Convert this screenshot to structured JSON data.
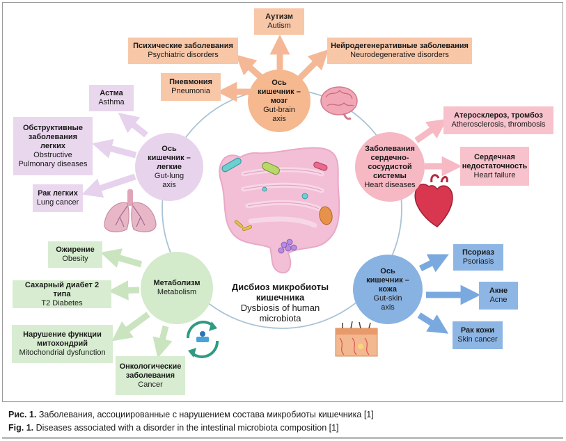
{
  "center": {
    "title_ru": "Дисбиоз микробиоты\nкишечника",
    "title_en": "Dysbiosis of human\nmicrobiota"
  },
  "axes": {
    "brain": {
      "ru": "Ось\nкишечник –\nмозг",
      "en": "Gut-brain\naxis"
    },
    "lung": {
      "ru": "Ось\nкишечник –\nлегкие",
      "en": "Gut-lung\naxis"
    },
    "heart": {
      "ru": "Заболевания\nсердечно-\nсосудистой\nсистемы",
      "en": "Heart diseases"
    },
    "metabolism": {
      "ru": "Метаболизм",
      "en": "Metabolism"
    },
    "skin": {
      "ru": "Ось\nкишечник –\nкожа",
      "en": "Gut-skin\naxis"
    }
  },
  "boxes": {
    "autism": {
      "ru": "Аутизм",
      "en": "Autism"
    },
    "psychiatric": {
      "ru": "Психические заболевания",
      "en": "Psychiatric disorders"
    },
    "neuro": {
      "ru": "Нейродегенеративные заболевания",
      "en": "Neurodegenerative disorders"
    },
    "pneumonia": {
      "ru": "Пневмония",
      "en": "Pneumonia"
    },
    "asthma": {
      "ru": "Астма",
      "en": "Asthma"
    },
    "copd": {
      "ru": "Обструктивные\nзаболевания\nлегких",
      "en": "Obstructive\nPulmonary diseases"
    },
    "lung_cancer": {
      "ru": "Рак легких",
      "en": "Lung cancer"
    },
    "athero": {
      "ru": "Атеросклероз, тромбоз",
      "en": "Atherosclerosis, thrombosis"
    },
    "heart_failure": {
      "ru": "Сердечная\nнедостаточность",
      "en": "Heart failure"
    },
    "obesity": {
      "ru": "Ожирение",
      "en": "Obesity"
    },
    "diabetes": {
      "ru": "Сахарный диабет 2 типа",
      "en": "T2 Diabetes"
    },
    "mito": {
      "ru": "Нарушение функции\nмитохондрий",
      "en": "Mitochondrial dysfunction"
    },
    "cancer": {
      "ru": "Онкологические\nзаболевания",
      "en": "Cancer"
    },
    "psoriasis": {
      "ru": "Псориаз",
      "en": "Psoriasis"
    },
    "acne": {
      "ru": "Акне",
      "en": "Acne"
    },
    "skin_cancer": {
      "ru": "Рак кожи",
      "en": "Skin cancer"
    }
  },
  "caption": {
    "ru_label": "Рис. 1.",
    "ru_text": " Заболевания, ассоциированные с нарушением состава микробиоты кишечника [1]",
    "en_label": "Fig. 1.",
    "en_text": " Diseases associated with a disorder in the intestinal microbiota composition [1]"
  },
  "colors": {
    "orange_box": "#f8c7a8",
    "orange_node": "#f5b88f",
    "orange_arrow": "#f5b896",
    "pink_box": "#f7c2cb",
    "pink_node": "#f6b8c3",
    "pink_arrow": "#f7b9c4",
    "lilac_box": "#e9d7ee",
    "lilac_node": "#e7d3ec",
    "lilac_arrow": "#e6d2ec",
    "green_box": "#d7ecd0",
    "green_node": "#d3eacb",
    "green_arrow": "#c9e4bf",
    "blue_box": "#8eb6e4",
    "blue_node": "#88b2e2",
    "blue_arrow": "#7aa9df",
    "ring": "#a9c3d6"
  },
  "icons": [
    "brain-icon",
    "lungs-icon",
    "heart-icon",
    "recycle-icon",
    "skin-icon",
    "intestine-icon"
  ]
}
